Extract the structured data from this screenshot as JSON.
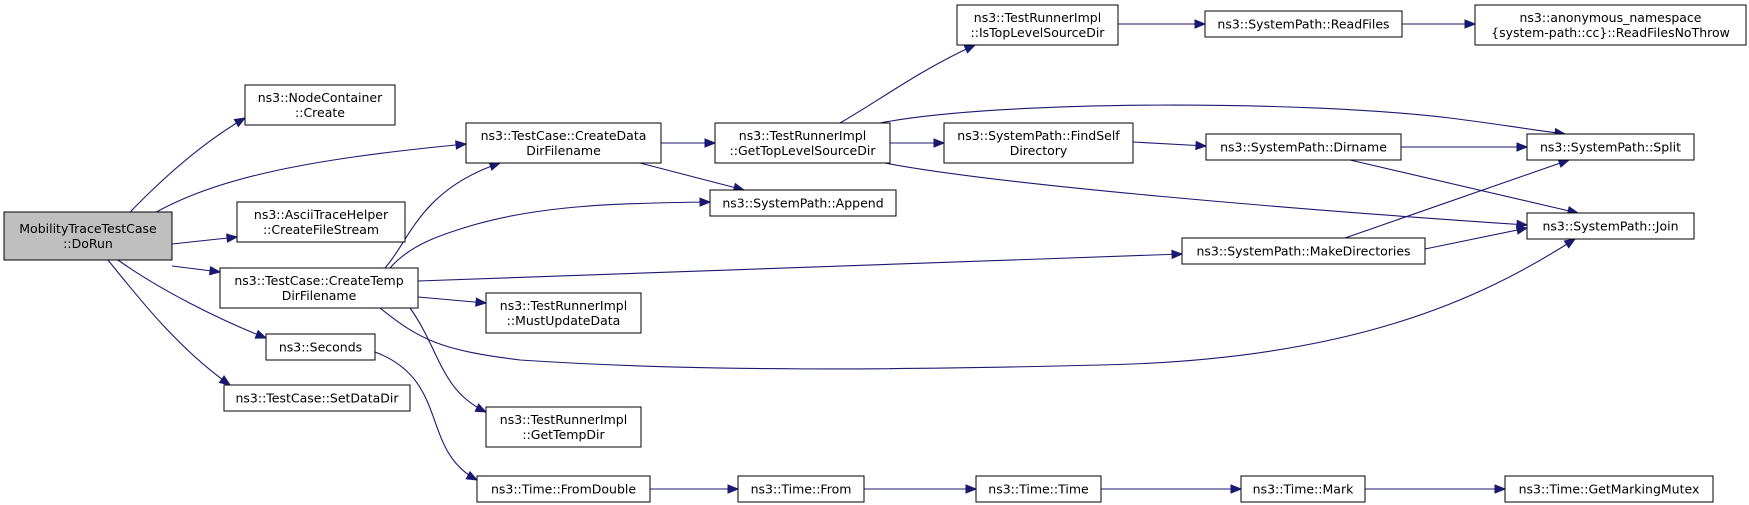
{
  "nodes": {
    "root": [
      "MobilityTraceTestCase",
      "::DoRun"
    ],
    "nc": [
      "ns3::NodeContainer",
      "::Create"
    ],
    "cddf": [
      "ns3::TestCase::CreateData",
      "DirFilename"
    ],
    "acs": [
      "ns3::AsciiTraceHelper",
      "::CreateFileStream"
    ],
    "ctdf": [
      "ns3::TestCase::CreateTemp",
      "DirFilename"
    ],
    "sec": [
      "ns3::Seconds"
    ],
    "sdd": [
      "ns3::TestCase::SetDataDir"
    ],
    "gtl": [
      "ns3::TestRunnerImpl",
      "::GetTopLevelSourceDir"
    ],
    "app": [
      "ns3::SystemPath::Append"
    ],
    "mud": [
      "ns3::TestRunnerImpl",
      "::MustUpdateData"
    ],
    "gtd": [
      "ns3::TestRunnerImpl",
      "::GetTempDir"
    ],
    "fd": [
      "ns3::Time::FromDouble"
    ],
    "itl": [
      "ns3::TestRunnerImpl",
      "::IsTopLevelSourceDir"
    ],
    "fsd": [
      "ns3::SystemPath::FindSelf",
      "Directory"
    ],
    "md": [
      "ns3::SystemPath::MakeDirectories"
    ],
    "from": [
      "ns3::Time::From"
    ],
    "rf": [
      "ns3::SystemPath::ReadFiles"
    ],
    "dn": [
      "ns3::SystemPath::Dirname"
    ],
    "tt": [
      "ns3::Time::Time"
    ],
    "anon": [
      "ns3::anonymous_namespace",
      "{system-path::cc}::ReadFilesNoThrow"
    ],
    "split": [
      "ns3::SystemPath::Split"
    ],
    "join": [
      "ns3::SystemPath::Join"
    ],
    "mark": [
      "ns3::Time::Mark"
    ],
    "gmm": [
      "ns3::Time::GetMarkingMutex"
    ]
  },
  "colors": {
    "edge": "#191970",
    "root_fill": "#bfbfbf",
    "node_fill": "#ffffff",
    "node_border": "#000000"
  }
}
